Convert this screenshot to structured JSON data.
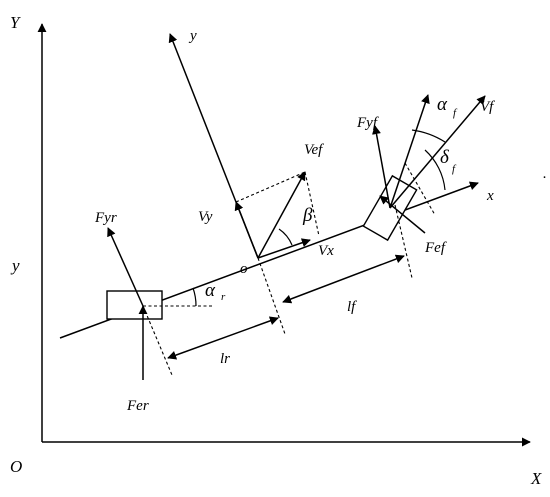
{
  "labels": {
    "Y_axis": "Y",
    "X_axis": "X",
    "origin": "O",
    "y_body": "y",
    "x_body": "x",
    "y_global": "y",
    "Fyr": "Fyr",
    "Fyf": "Fyf",
    "Vef": "Vef",
    "Vf": "Vf",
    "Vy": "Vy",
    "Vx": "Vx",
    "o": "o",
    "beta": "β",
    "alpha": "α",
    "alpha_r_sub": "r",
    "alpha_f_sub": "f",
    "delta": "δ",
    "delta_f_sub": "f",
    "Fef": "Fef",
    "Fer": "Fer",
    "lf": "lf",
    "lr": "lr",
    "dot": "."
  }
}
